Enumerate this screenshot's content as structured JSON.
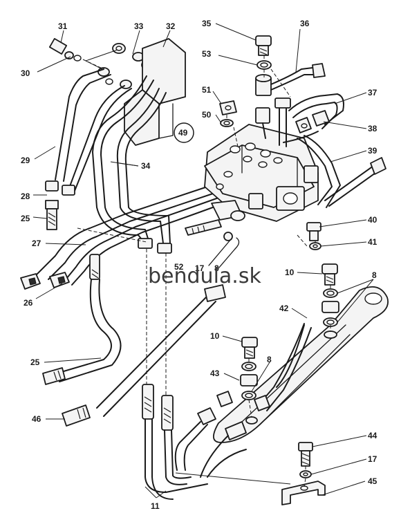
{
  "watermark": "bendula.sk",
  "callouts": {
    "c31": "31",
    "c33": "33",
    "c32": "32",
    "c35": "35",
    "c36": "36",
    "c30": "30",
    "c53": "53",
    "c51": "51",
    "c37": "37",
    "c50": "50",
    "c38": "38",
    "c49": "49",
    "c39": "39",
    "c29": "29",
    "c34": "34",
    "c28": "28",
    "c25a": "25",
    "c40": "40",
    "c41": "41",
    "c27": "27",
    "c52": "52",
    "c17a": "17",
    "c8a": "8",
    "c10a": "10",
    "c8b": "8",
    "c26": "26",
    "c42": "42",
    "c10b": "10",
    "c25b": "25",
    "c43": "43",
    "c8c": "8",
    "c46": "46",
    "c44": "44",
    "c17b": "17",
    "c11": "11",
    "c45": "45"
  }
}
